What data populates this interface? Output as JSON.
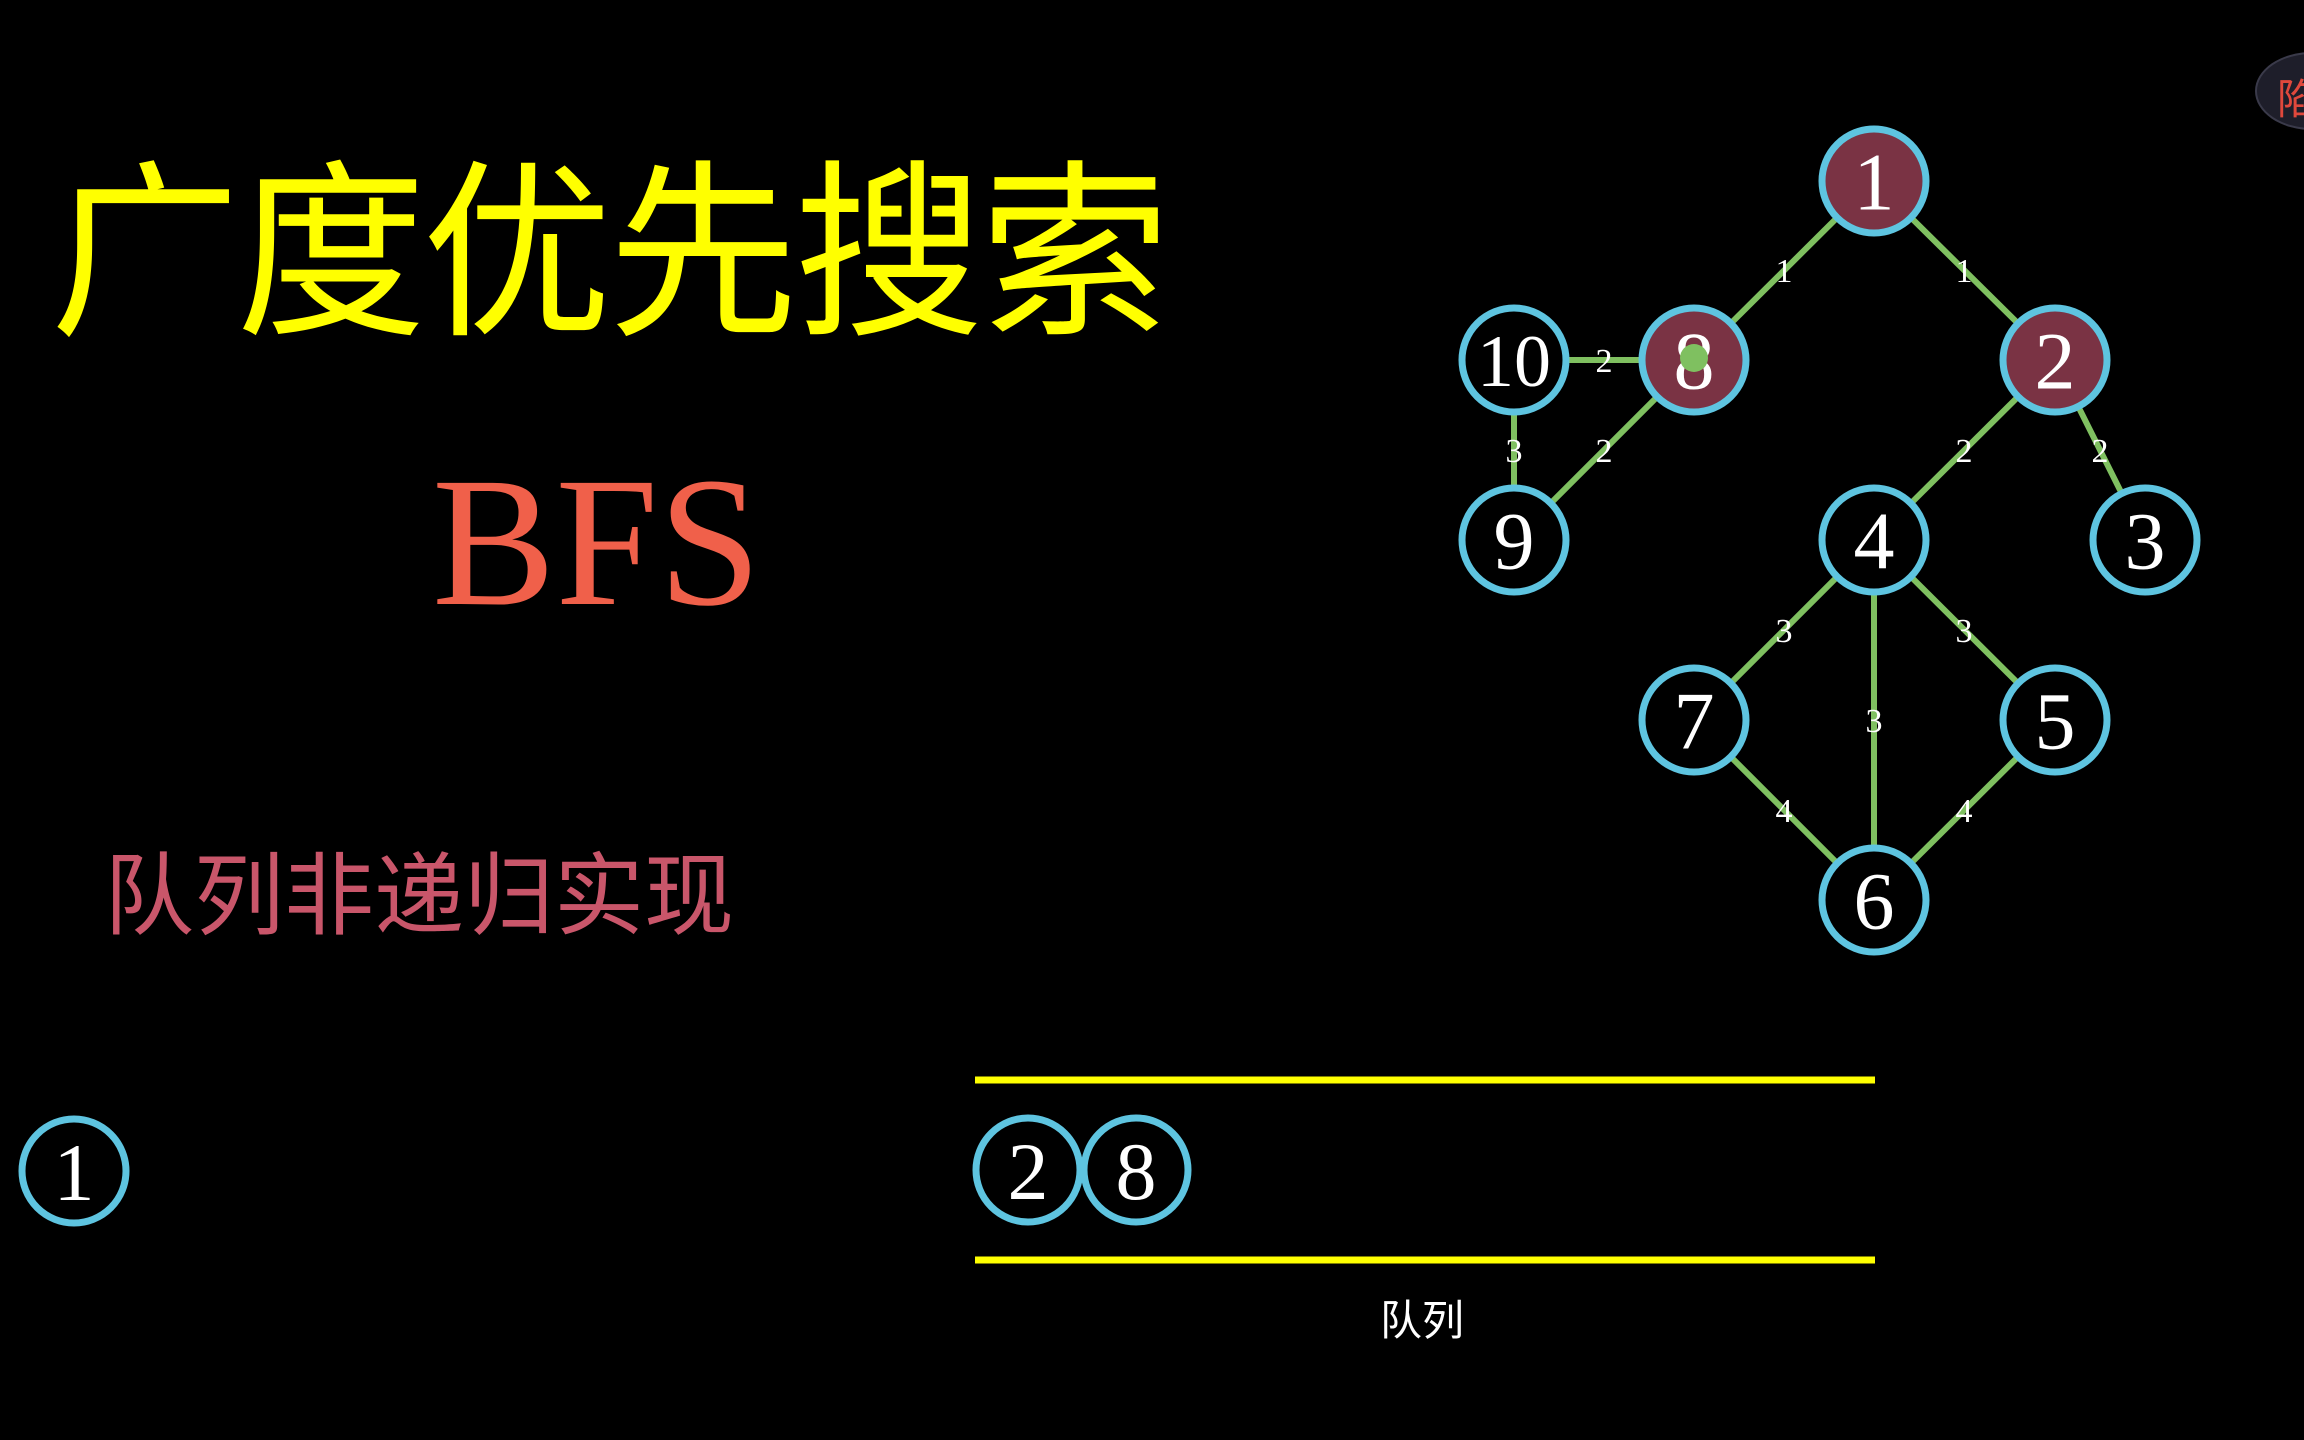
{
  "title": "广度优先搜索",
  "subtitle_en": "BFS",
  "subtitle_cn": "队列非递归实现",
  "queue_label": "队列",
  "corner_badge_text": "陷",
  "colors": {
    "background": "#000000",
    "title": "#ffff00",
    "bfs": "#f0604a",
    "subtitle": "#c9566a",
    "node_stroke": "#5ec4e0",
    "visited_fill": "#7a3344",
    "edge": "#7fc060",
    "queue_line": "#ffff00",
    "pointer_dot": "#7fc060"
  },
  "graph": {
    "nodes": [
      {
        "id": "1",
        "label": "1",
        "visited": true
      },
      {
        "id": "2",
        "label": "2",
        "visited": true
      },
      {
        "id": "3",
        "label": "3",
        "visited": false
      },
      {
        "id": "4",
        "label": "4",
        "visited": false
      },
      {
        "id": "5",
        "label": "5",
        "visited": false
      },
      {
        "id": "6",
        "label": "6",
        "visited": false
      },
      {
        "id": "7",
        "label": "7",
        "visited": false
      },
      {
        "id": "8",
        "label": "8",
        "visited": true
      },
      {
        "id": "9",
        "label": "9",
        "visited": false
      },
      {
        "id": "10",
        "label": "10",
        "visited": false
      }
    ],
    "edges": [
      {
        "from": "1",
        "to": "8",
        "weight": "1"
      },
      {
        "from": "1",
        "to": "2",
        "weight": "1"
      },
      {
        "from": "10",
        "to": "8",
        "weight": "2"
      },
      {
        "from": "8",
        "to": "9",
        "weight": "2"
      },
      {
        "from": "10",
        "to": "9",
        "weight": "3"
      },
      {
        "from": "2",
        "to": "4",
        "weight": "2"
      },
      {
        "from": "2",
        "to": "3",
        "weight": "2"
      },
      {
        "from": "4",
        "to": "7",
        "weight": "3"
      },
      {
        "from": "4",
        "to": "5",
        "weight": "3"
      },
      {
        "from": "4",
        "to": "6",
        "weight": "3"
      },
      {
        "from": "7",
        "to": "6",
        "weight": "4"
      },
      {
        "from": "5",
        "to": "6",
        "weight": "4"
      }
    ]
  },
  "current_node": "1",
  "queue": [
    "2",
    "8"
  ]
}
